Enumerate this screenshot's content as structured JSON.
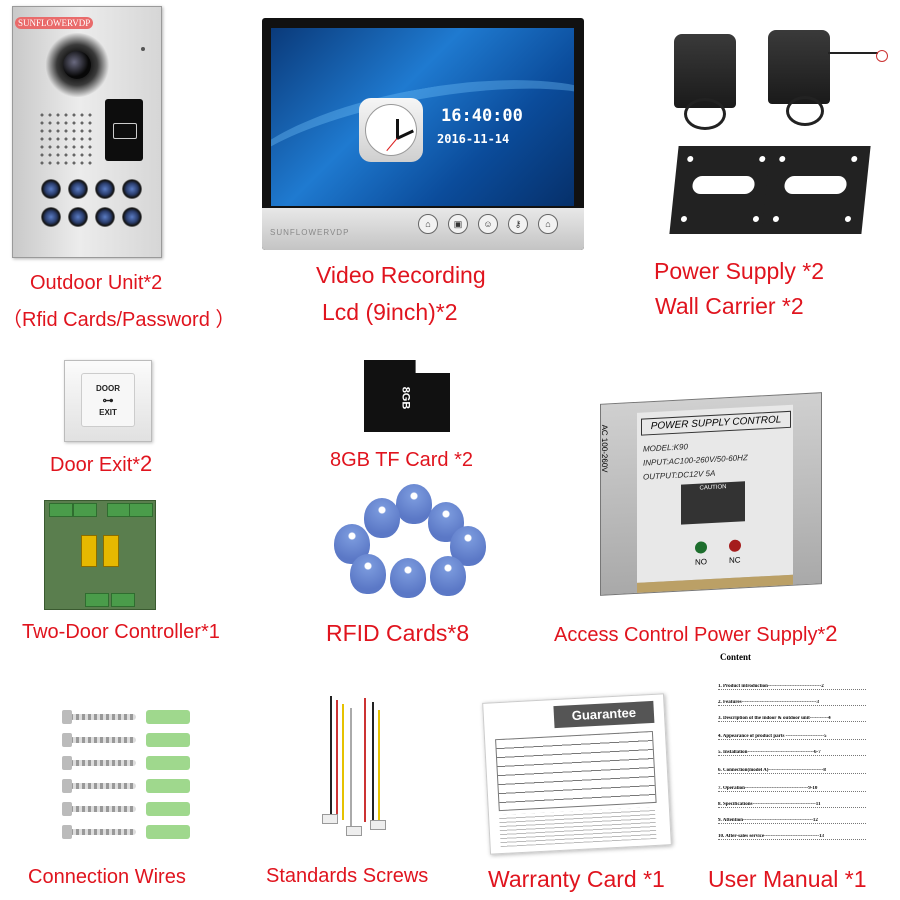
{
  "outdoor_unit": {
    "brand": "SUNFLOWERVDP",
    "caption_line1": "Outdoor Unit*2",
    "caption_line2": "（Rfid Cards/Password ）"
  },
  "monitor": {
    "time": "16:40:00",
    "date": "2016-11-14",
    "brand": "SUNFLOWERVDP",
    "caption_line1": "Video Recording",
    "caption_line2": "Lcd (9inch)*2"
  },
  "power_supply": {
    "caption_line1": "Power Supply *2",
    "caption_line2": "Wall Carrier *2"
  },
  "door_exit": {
    "label_top": "DOOR",
    "label_bottom": "EXIT",
    "caption": "Door Exit*",
    "caption_qty": "2"
  },
  "tf_card": {
    "card_text": "8GB",
    "caption": "8GB TF Card *2"
  },
  "access_power": {
    "title": "POWER SUPPLY CONTROL",
    "model": "MODEL:K90",
    "input": "INPUT:AC100-260V/50-60HZ",
    "output": "OUTPUT:DC12V  5A",
    "caution": "CAUTION",
    "side_label": "AC 100-260V",
    "led_no": "NO",
    "led_nc": "NC",
    "caption": "Access Control Power Supply*",
    "caption_qty": "2"
  },
  "controller": {
    "caption": "Two-Door Controller*1"
  },
  "rfid_cards": {
    "caption": "RFID Cards*8"
  },
  "connection_wires": {
    "caption": "Connection Wires"
  },
  "standards_screws": {
    "caption": "Standards Screws"
  },
  "warranty": {
    "header": "Guarantee",
    "caption": "Warranty Card *1"
  },
  "manual": {
    "title": "Content",
    "rows": [
      "1.    Product introduction--------------------------------2",
      "2.    Features---------------------------------------------3",
      "3.    Description of the indoor & outdoor unit-----------4",
      "4.    Appearance of product parts -----------------------5",
      "5.    Installation----------------------------------------6-7",
      "6.    Connection(model A)---------------------------------8",
      "7.    Operation--------------------------------------9-10",
      "8.    Specifications--------------------------------------11",
      "9.    Attention------------------------------------------12",
      "10.   After-sales service---------------------------------13"
    ],
    "caption": "User Manual *1"
  }
}
